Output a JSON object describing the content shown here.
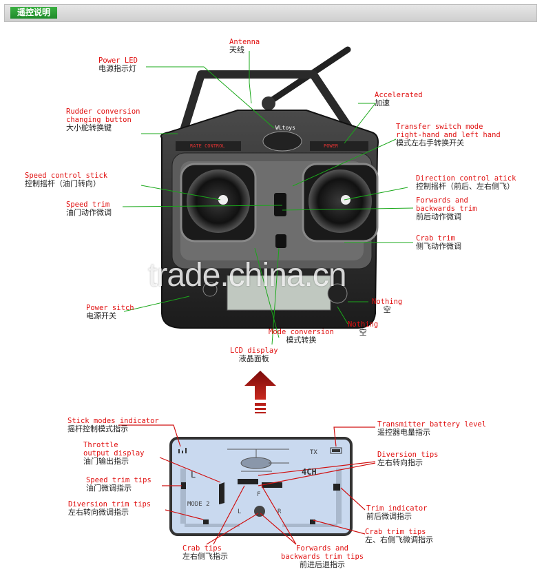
{
  "header": {
    "tab_label": "遥控说明"
  },
  "labels": {
    "antenna": {
      "en": "Antenna",
      "zh": "天线"
    },
    "power_led": {
      "en": "Power LED",
      "zh": "电源指示灯"
    },
    "accelerated": {
      "en": "Accelerated",
      "zh": "加速"
    },
    "rudder": {
      "en1": "Rudder conversion",
      "en2": "changing button",
      "zh": "大小舵转换键"
    },
    "transfer": {
      "en1": "Transfer switch mode",
      "en2": "right-hand and left hand",
      "zh": "模式左右手转换开关"
    },
    "speed_stick": {
      "en": "Speed control stick",
      "zh": "控制摇杆（油门转向）"
    },
    "direction_stick": {
      "en": "Direction control atick",
      "zh": "控制摇杆（前后、左右侧飞）"
    },
    "speed_trim": {
      "en": "Speed trim",
      "zh": "油门动作微调"
    },
    "fb_trim": {
      "en1": "Forwards and",
      "en2": "backwards trim",
      "zh": "前后动作微调"
    },
    "crab_trim": {
      "en": "Crab trim",
      "zh": "侧飞动作微调"
    },
    "power_switch": {
      "en": "Power sitch",
      "zh": "电源开关"
    },
    "nothing1": {
      "en": "Nothing",
      "zh": "空"
    },
    "nothing2": {
      "en": "Nothing",
      "zh": "空"
    },
    "mode_conv": {
      "en": "Mode conversion",
      "zh": "模式转换"
    },
    "lcd": {
      "en": "LCD display",
      "zh": "液晶面板"
    },
    "stick_modes": {
      "en": "Stick modes indicator",
      "zh": "摇杆控制模式指示"
    },
    "battery": {
      "en": "Transmitter battery level",
      "zh": "遥控器电量指示"
    },
    "throttle": {
      "en1": "Throttle",
      "en2": "output display",
      "zh": "油门输出指示"
    },
    "diversion_tips": {
      "en": "Diversion tips",
      "zh": "左右转向指示"
    },
    "speed_trim_tips": {
      "en": "Speed trim tips",
      "zh": "油门微调指示"
    },
    "diversion_trim": {
      "en": "Diversion trim tips",
      "zh": "左右转向微调指示"
    },
    "trim_ind": {
      "en": "Trim indicator",
      "zh": "前后微调指示"
    },
    "crab_trim_tips": {
      "en": "Crab trim tips",
      "zh": "左、右侧飞微调指示"
    },
    "crab_tips": {
      "en": "Crab tips",
      "zh": "左右侧飞指示"
    },
    "fb_trim_tips": {
      "en1": "Forwards and",
      "en2": "backwards trim tips",
      "zh": "前进后退指示"
    }
  },
  "transmitter": {
    "brand": "WLtoys",
    "left_panel": "RATE CONTROL",
    "right_panel": "POWER"
  },
  "lcd_screen": {
    "channel": "4CH",
    "mode": "MODE 2",
    "tx": "TX",
    "left": "L",
    "l_small": "L",
    "r_small": "R",
    "f_small": "F"
  },
  "watermark": "trade.china.cn",
  "colors": {
    "label_red": "#e01010",
    "header_green": "#2a9a32",
    "lcd_bg": "#c9d9ef"
  }
}
